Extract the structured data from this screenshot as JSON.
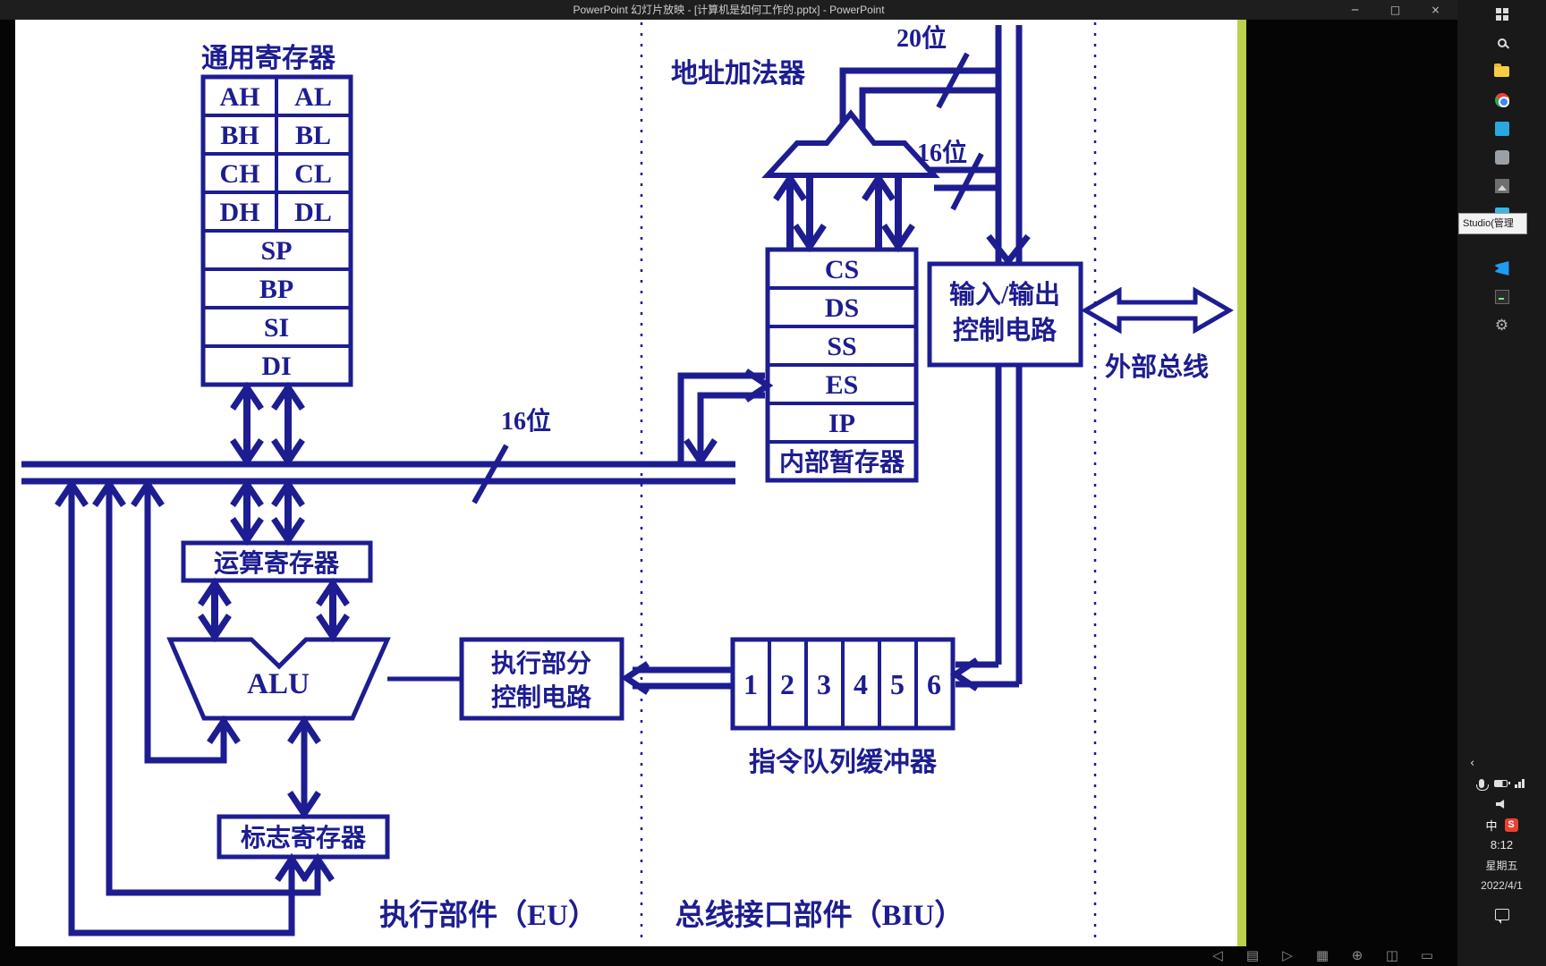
{
  "colors": {
    "ink": "#1d1d91",
    "accent": "#b9d14b"
  },
  "titlebar": {
    "title": "PowerPoint 幻灯片放映 - [计算机是如何工作的.pptx] - PowerPoint",
    "minimize": "─",
    "maximize": "□",
    "close": "×"
  },
  "diagram": {
    "gp_title": "通用寄存器",
    "gp": [
      "AH",
      "AL",
      "BH",
      "BL",
      "CH",
      "CL",
      "DH",
      "DL"
    ],
    "gp16": [
      "SP",
      "BP",
      "SI",
      "DI"
    ],
    "adder_label": "地址加法器",
    "bits20": "20位",
    "bits16_right": "16位",
    "bits16_left": "16位",
    "segments": [
      "CS",
      "DS",
      "SS",
      "ES",
      "IP"
    ],
    "temp_reg": "内部暂存器",
    "io_line1": "输入/输出",
    "io_line2": "控制电路",
    "external_bus": "外部总线",
    "operand_reg": "运算寄存器",
    "alu": "ALU",
    "exec_line1": "执行部分",
    "exec_line2": "控制电路",
    "queue": [
      "1",
      "2",
      "3",
      "4",
      "5",
      "6"
    ],
    "queue_label": "指令队列缓冲器",
    "flags_reg": "标志寄存器",
    "eu_label": "执行部件（EU）",
    "biu_label": "总线接口部件（BIU）"
  },
  "slideshow_controls": [
    {
      "name": "previous",
      "glyph": "◁"
    },
    {
      "name": "annotate",
      "glyph": "▤"
    },
    {
      "name": "next",
      "glyph": "▷"
    },
    {
      "name": "all-slides",
      "glyph": "▦"
    },
    {
      "name": "zoom",
      "glyph": "⊕"
    },
    {
      "name": "subtitles",
      "glyph": "◫"
    },
    {
      "name": "display",
      "glyph": "▭"
    }
  ],
  "taskbar": {
    "tooltip": "Studio(管理",
    "apps": [
      "windows-start",
      "search",
      "file-explorer",
      "chrome",
      "blue-app",
      "gray-app",
      "photos",
      "azure-app",
      "vscode",
      "terminal",
      "settings"
    ],
    "tray": {
      "chevron": "‹",
      "ime": "中",
      "sogou": "S",
      "time": "8:12",
      "weekday": "星期五",
      "date": "2022/4/1"
    }
  }
}
